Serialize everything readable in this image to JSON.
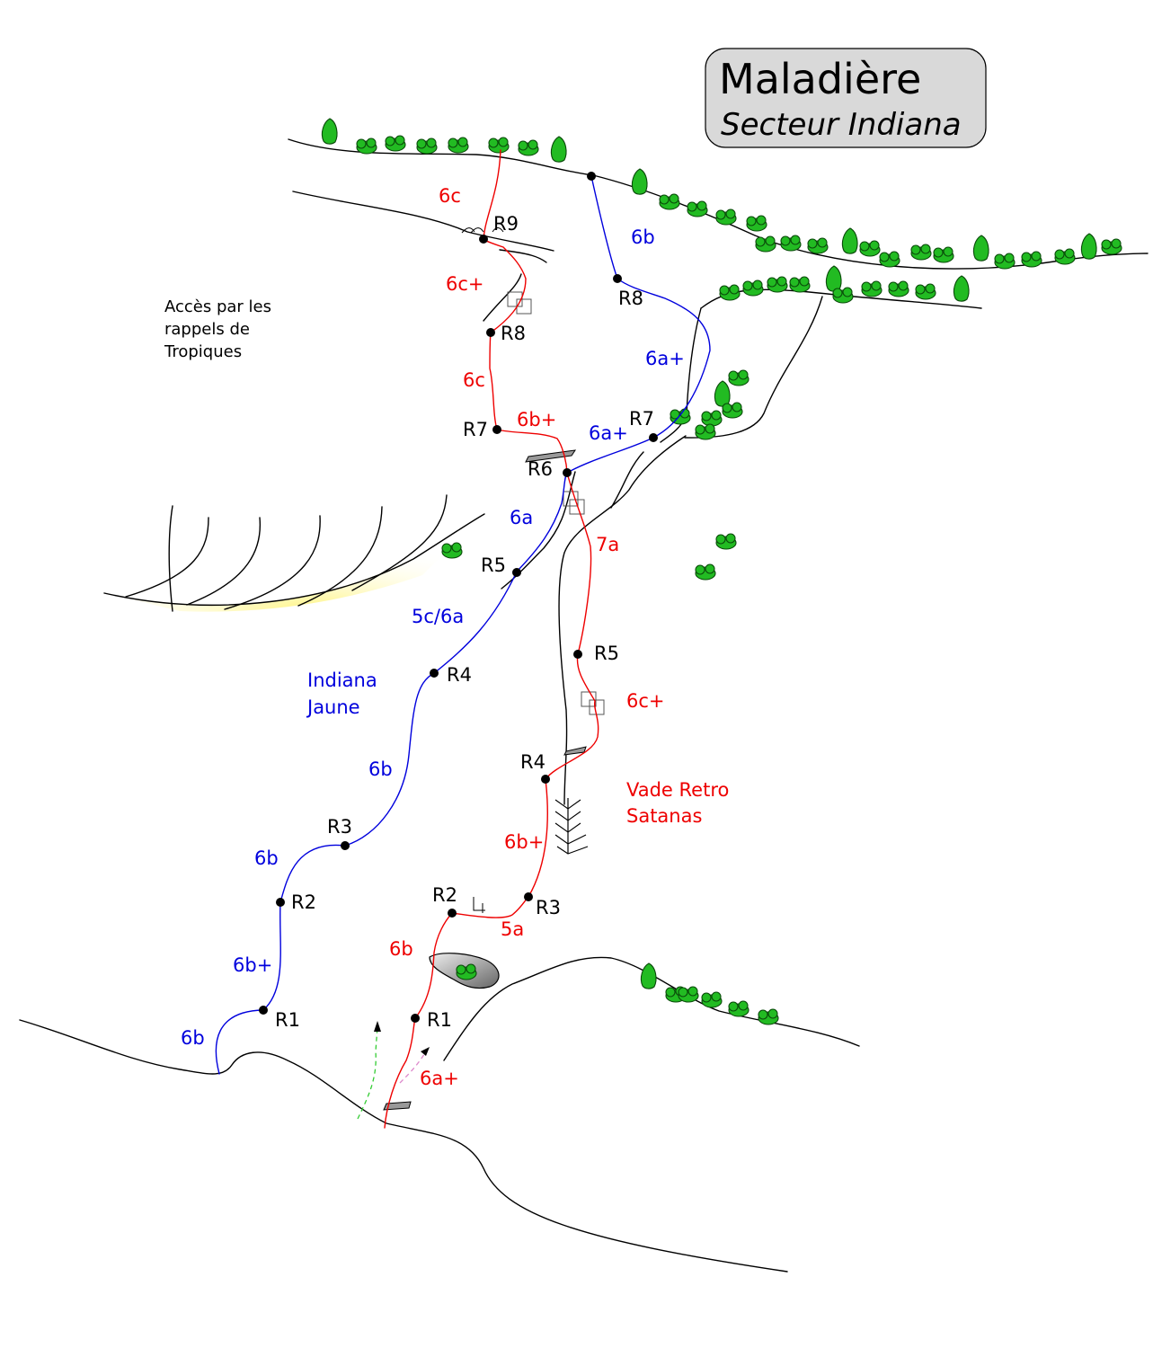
{
  "title": {
    "main": "Maladière",
    "sub": "Secteur Indiana"
  },
  "access_note": [
    "Accès par les",
    "rappels de",
    "Tropiques"
  ],
  "colors": {
    "route_blue": "#0000dd",
    "route_red": "#ee0000",
    "bush_fill": "#22bb22",
    "title_box": "#d9d9d9",
    "sun_glow": "#fff8a0",
    "rock": "#777777",
    "approach_green": "#33cc33",
    "approach_pink": "#dd88cc"
  },
  "routes": {
    "blue": {
      "name": [
        "Indiana",
        "Jaune"
      ],
      "grades": [
        "6b",
        "6b+",
        "6b",
        "6b",
        "5c/6a",
        "6a",
        "6a+",
        "6a+",
        "6b"
      ],
      "belays": [
        "R1",
        "R2",
        "R3",
        "R4",
        "R5",
        "R6",
        "R7",
        "R8"
      ]
    },
    "red": {
      "name": [
        "Vade Retro",
        "Satanas"
      ],
      "grades": [
        "6a+",
        "6b",
        "5a",
        "6b+",
        "6c+",
        "7a",
        "6b+",
        "6c",
        "6c+",
        "6c"
      ],
      "belays": [
        "R1",
        "R2",
        "R3",
        "R4",
        "R5",
        "R7",
        "R8",
        "R9"
      ]
    }
  }
}
